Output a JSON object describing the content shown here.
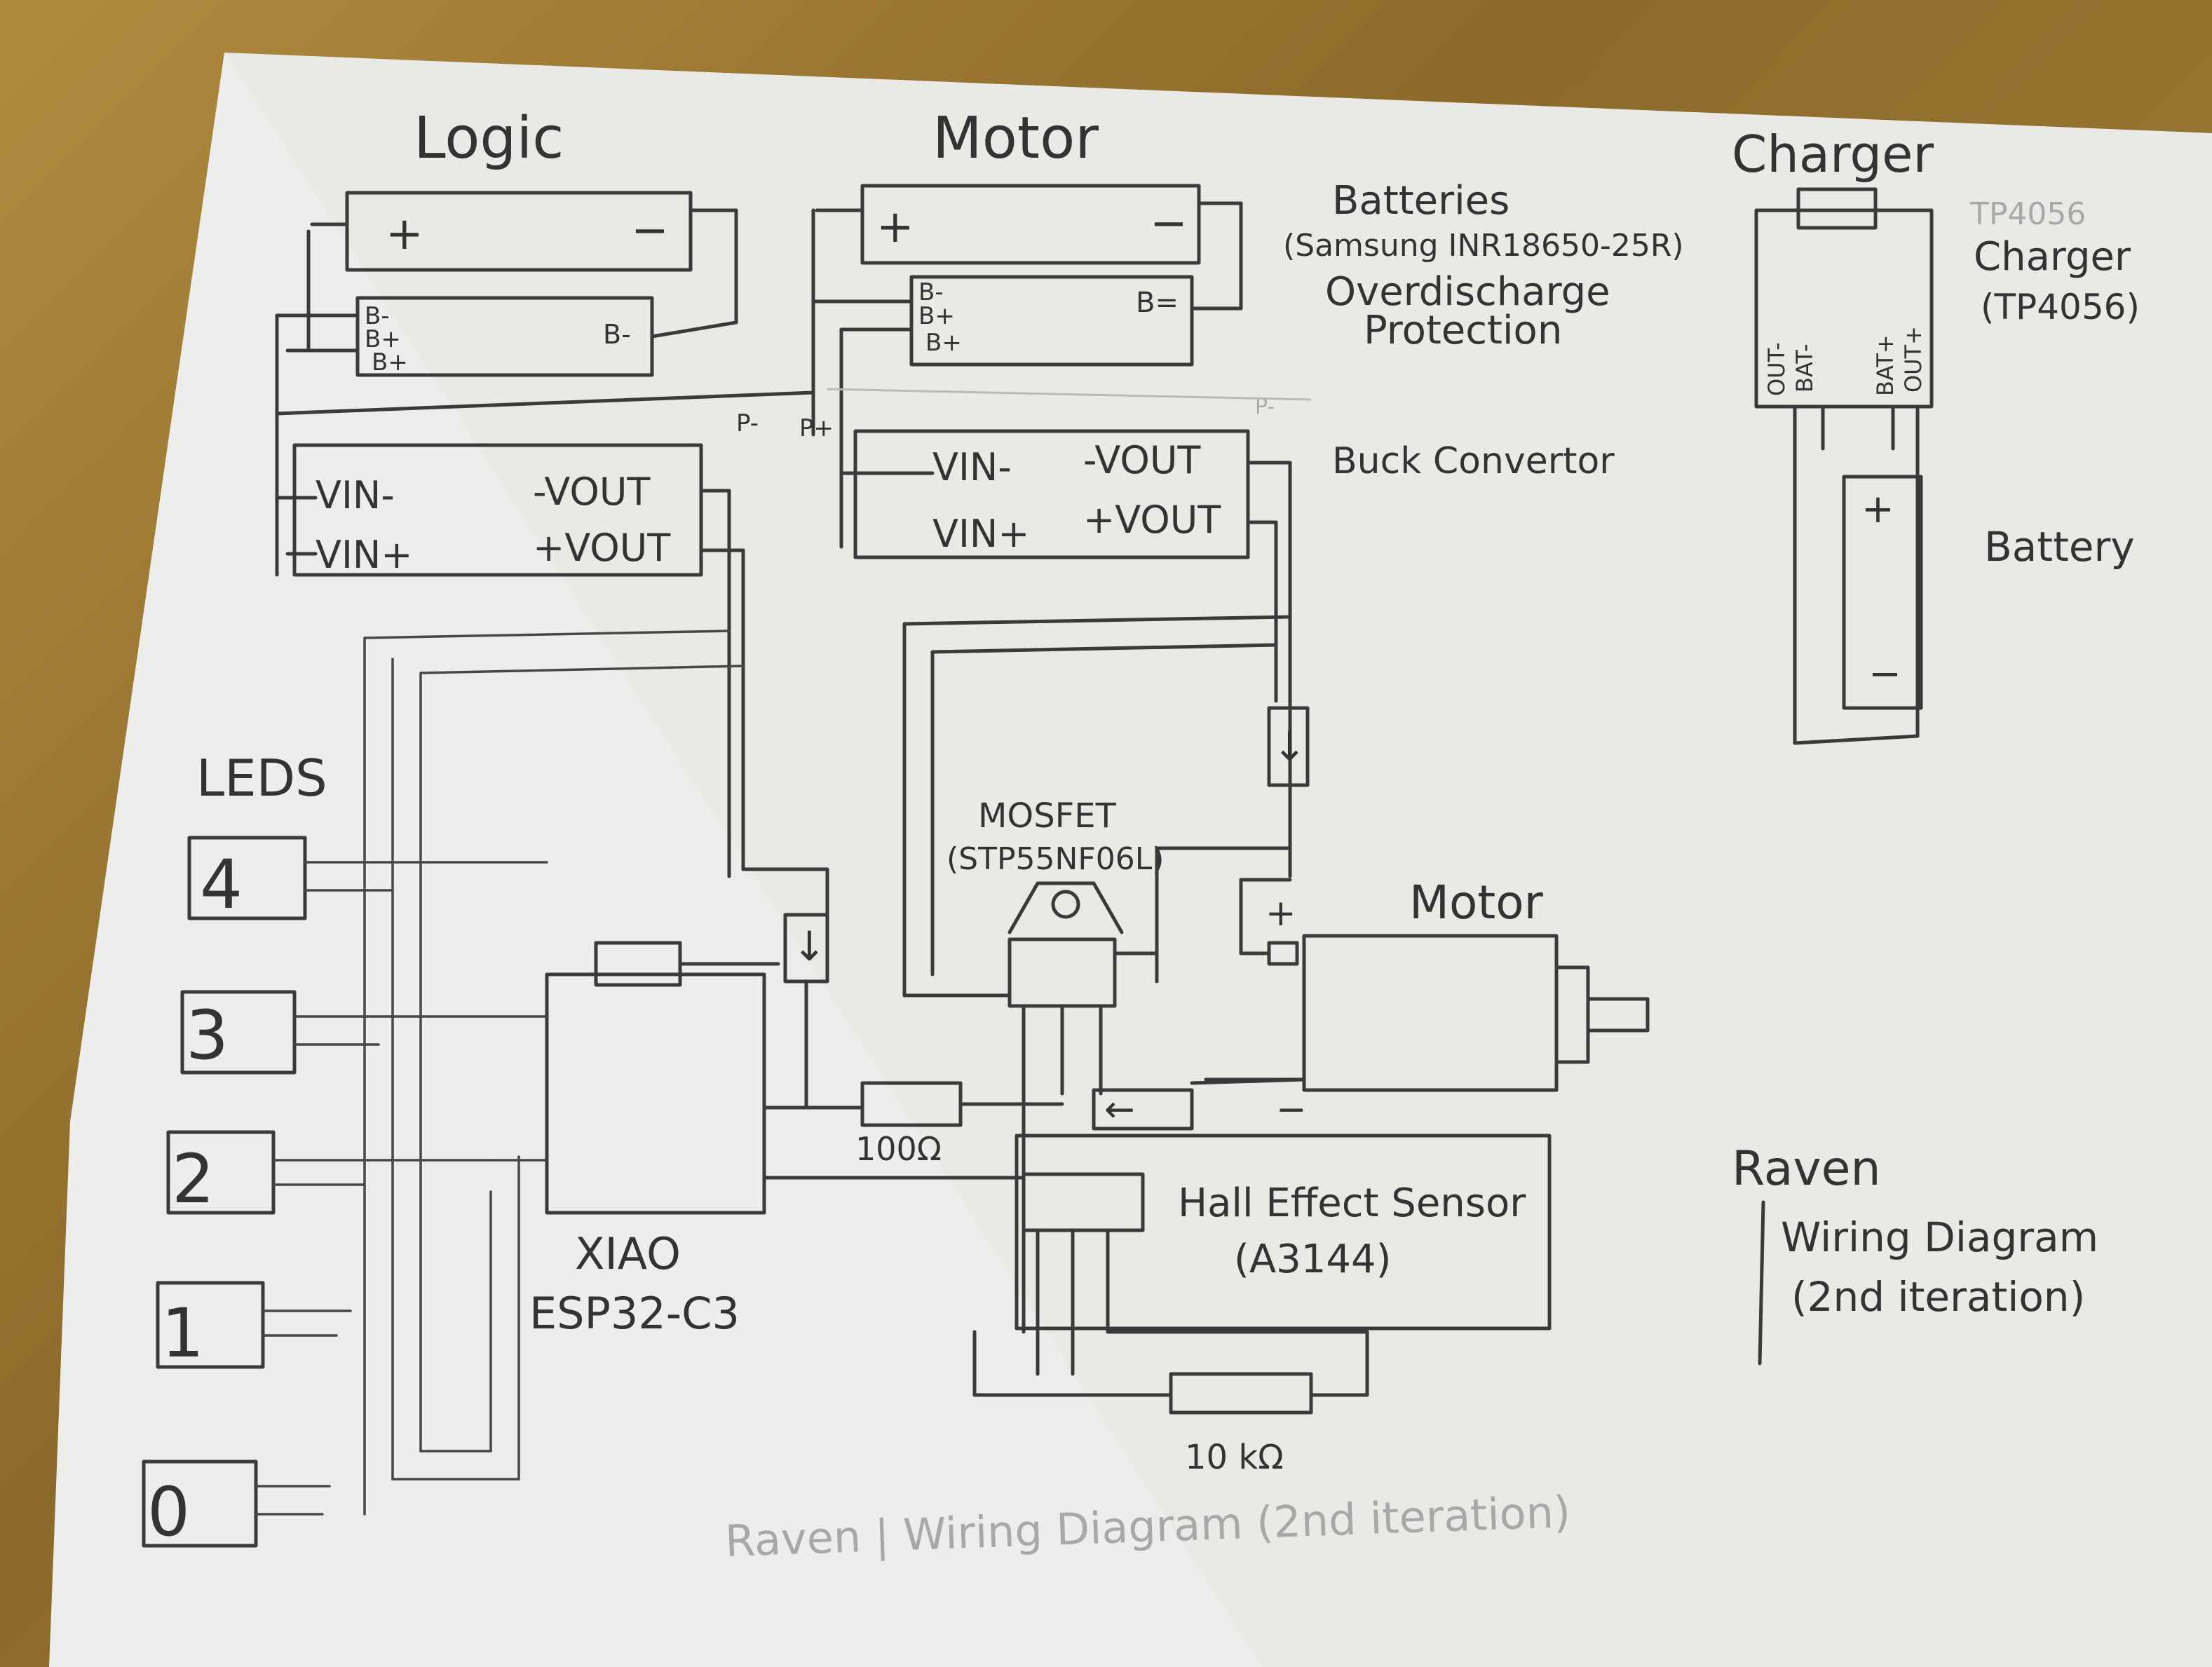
{
  "labels": {
    "logic": "Logic",
    "motor_top": "Motor",
    "charger_title": "Charger",
    "batteries_line1": "Batteries",
    "batteries_line2": "(Samsung INR18650-25R)",
    "batteries_line3": "Overdischarge",
    "batteries_line4": "Protection",
    "charger_faint": "TP4056",
    "charger_line1": "Charger",
    "charger_line2": "(TP4056)",
    "battery": "Battery",
    "buck": "Buck Convertor",
    "leds": "LEDS",
    "mosfet_line1": "MOSFET",
    "mosfet_line2": "(STP55NF06L)",
    "motor": "Motor",
    "xiao_line1": "XIAO",
    "xiao_line2": "ESP32-C3",
    "hall_line1": "Hall Effect Sensor",
    "hall_line2": "(A3144)",
    "r100": "100Ω",
    "r10k": "10 kΩ",
    "raven": "Raven",
    "wiring_line1": "Wiring Diagram",
    "wiring_line2": "(2nd iteration)",
    "bottom_faint": "Raven | Wiring Diagram (2nd iteration)"
  },
  "battery_terms": {
    "plus": "+",
    "minus": "−",
    "b_minus": "B-",
    "b_plus": "B+",
    "p_minus": "P-",
    "p_plus": "P+",
    "b_minus_right": "B-",
    "b_eq": "B="
  },
  "converter_terms": {
    "vin_minus": "VIN-",
    "vin_plus": "VIN+",
    "vout_minus": "-VOUT",
    "vout_plus": "+VOUT"
  },
  "charger_terms": {
    "out_minus": "OUT-",
    "bat_minus": "BAT-",
    "bat_plus": "BAT+",
    "out_plus": "OUT+"
  },
  "motor_terms": {
    "plus": "+",
    "minus": "−"
  },
  "leds": [
    "4",
    "3",
    "2",
    "1",
    "0"
  ],
  "arrow_down": "↓",
  "arrow_left": "←"
}
